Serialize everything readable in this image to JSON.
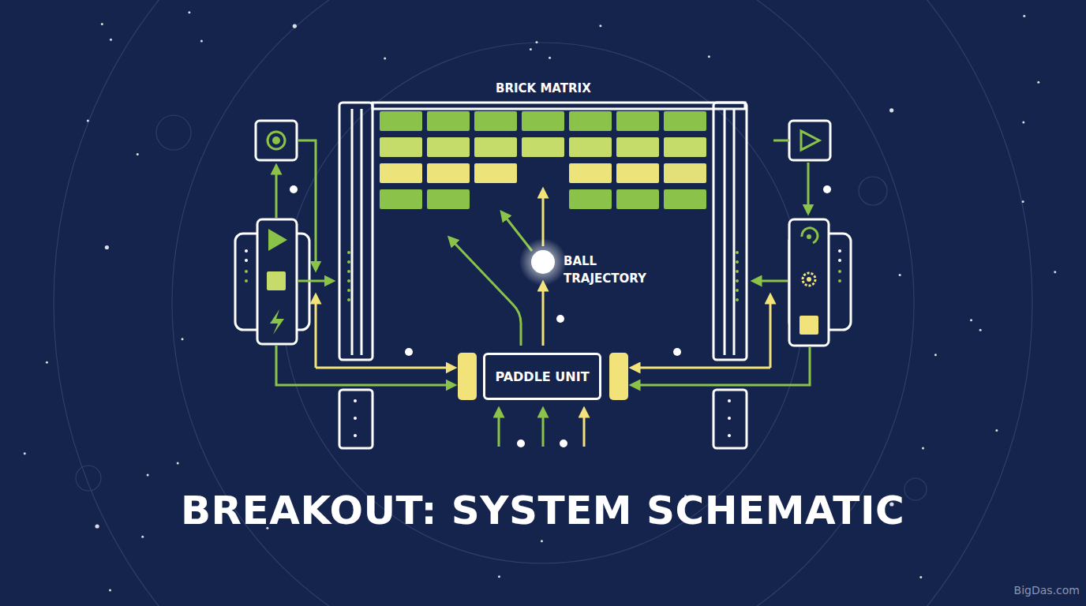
{
  "diagram": {
    "title": "BREAKOUT: SYSTEM SCHEMATIC",
    "nodes": [
      {
        "text": [
          "PADDLE UNIT"
        ]
      }
    ],
    "labels": [
      "BRICK MATRIX",
      "BALL TRAJECTORY",
      "BigDas.com"
    ]
  }
}
